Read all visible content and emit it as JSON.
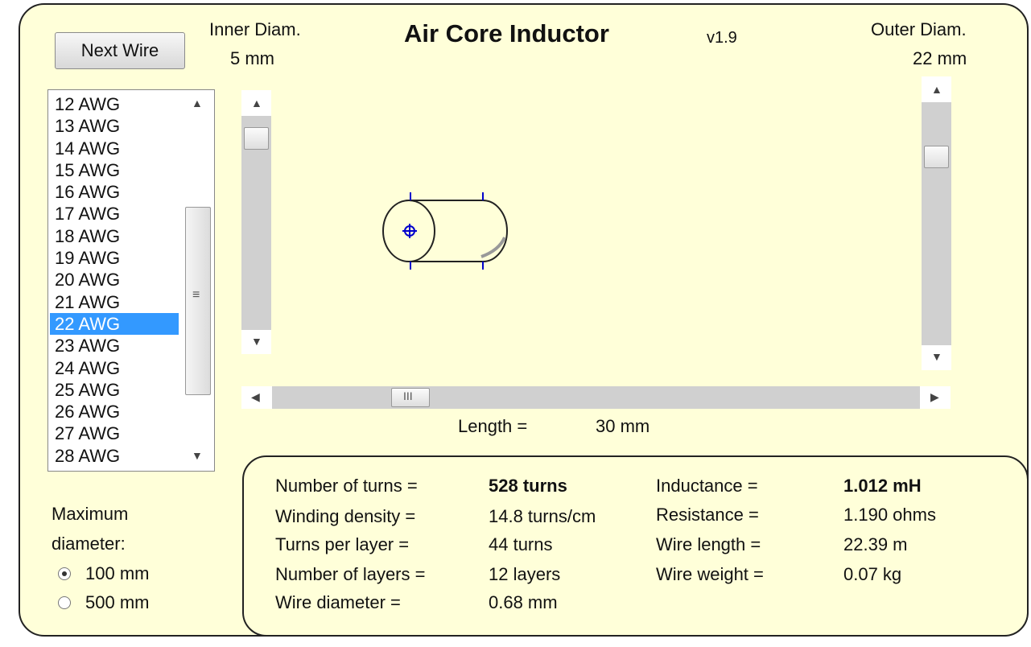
{
  "header": {
    "title": "Air Core Inductor",
    "version": "v1.9",
    "inner_diam_label": "Inner Diam.",
    "inner_diam_value": "5 mm",
    "outer_diam_label": "Outer Diam.",
    "outer_diam_value": "22 mm"
  },
  "next_wire_button": "Next Wire",
  "wire_list": {
    "items": [
      "12  AWG",
      "13  AWG",
      "14  AWG",
      "15  AWG",
      "16  AWG",
      "17  AWG",
      "18  AWG",
      "19  AWG",
      "20  AWG",
      "21  AWG",
      "22  AWG",
      "23  AWG",
      "24  AWG",
      "25  AWG",
      "26  AWG",
      "27  AWG",
      "28  AWG"
    ],
    "selected": "22  AWG"
  },
  "length": {
    "label": "Length =",
    "value": "30 mm"
  },
  "max_diameter": {
    "label_line1": "Maximum",
    "label_line2": "diameter:",
    "options": [
      "100 mm",
      "500 mm"
    ],
    "selected": "100 mm"
  },
  "results": {
    "turns_label": "Number of turns =",
    "turns_value": "528 turns",
    "density_label": "Winding density =",
    "density_value": "14.8 turns/cm",
    "per_layer_label": "Turns per layer =",
    "per_layer_value": "44 turns",
    "layers_label": "Number of layers =",
    "layers_value": "12 layers",
    "wire_diam_label": "Wire diameter =",
    "wire_diam_value": "0.68 mm",
    "inductance_label": "Inductance =",
    "inductance_value": "1.012 mH",
    "resistance_label": "Resistance =",
    "resistance_value": "1.190 ohms",
    "wire_length_label": "Wire length =",
    "wire_length_value": "22.39 m",
    "wire_weight_label": "Wire weight =",
    "wire_weight_value": "0.07 kg"
  },
  "colors": {
    "panel_bg": "#ffffd9",
    "selection": "#3399ff",
    "marker_blue": "#0000cc"
  }
}
